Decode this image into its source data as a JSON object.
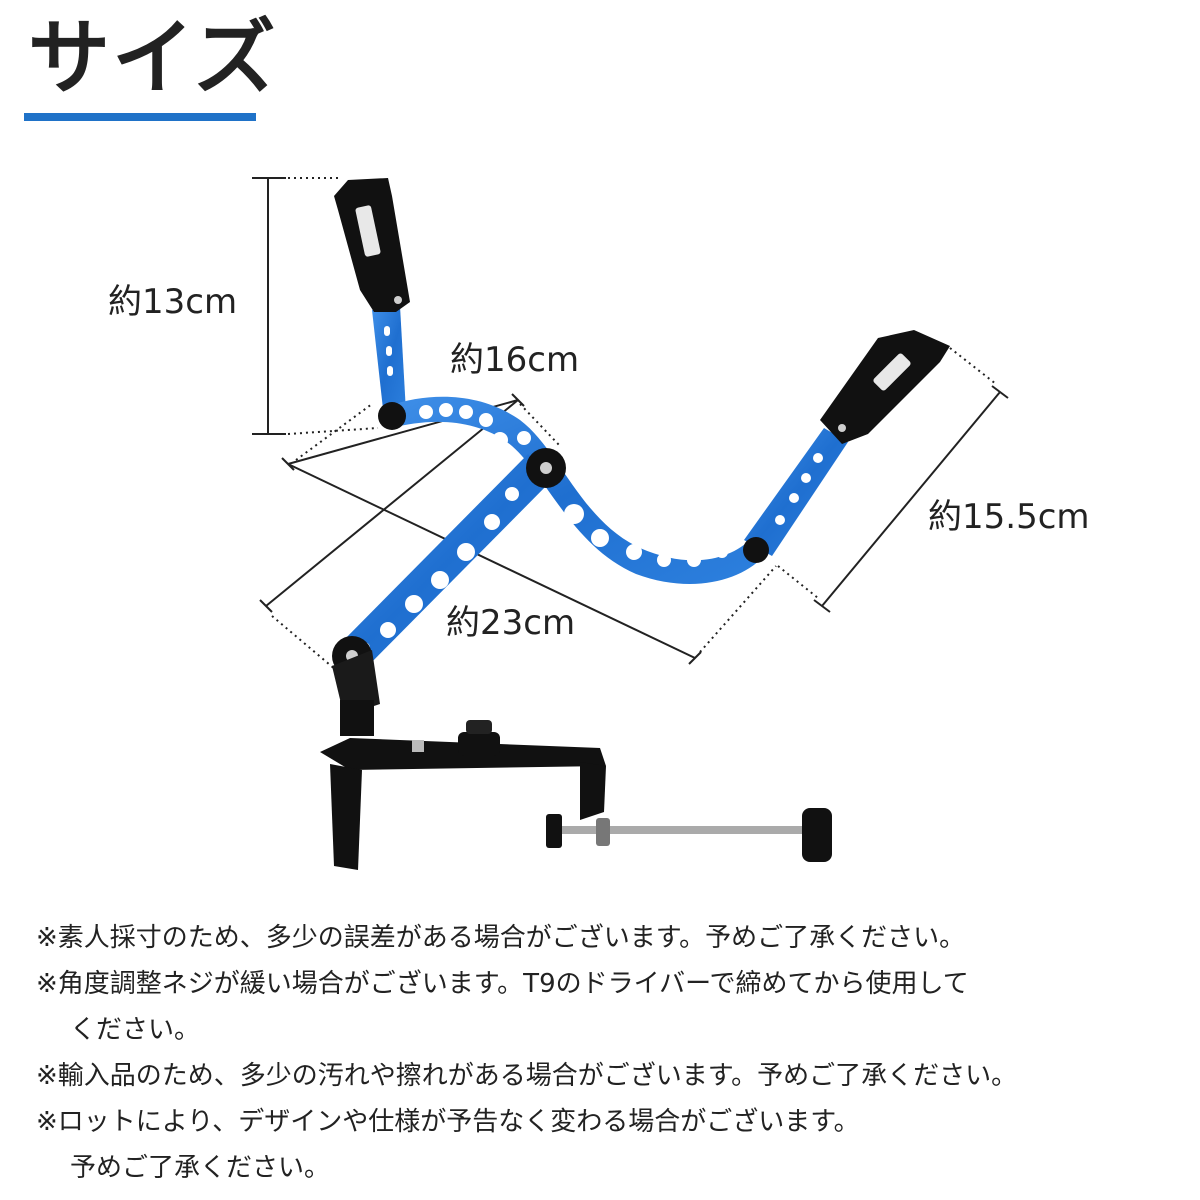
{
  "header": {
    "title": "サイズ"
  },
  "dimensions": {
    "height_left": "約13cm",
    "upper_arm": "約16cm",
    "right_arm": "約15.5cm",
    "overall": "約23cm"
  },
  "notes": [
    "※素人採寸のため、多少の誤差がある場合がございます。予めご了承ください。",
    "※角度調整ネジが緩い場合がございます。T9のドライバーで締めてから使用して",
    "ください。",
    "※輸入品のため、多少の汚れや擦れがある場合がございます。予めご了承ください。",
    "※ロットにより、デザインや仕様が予告なく変わる場合がございます。",
    "予めご了承ください。"
  ],
  "colors": {
    "accent": "#1f72c8",
    "arm": "#2a7ad8",
    "hardware": "#111111"
  }
}
